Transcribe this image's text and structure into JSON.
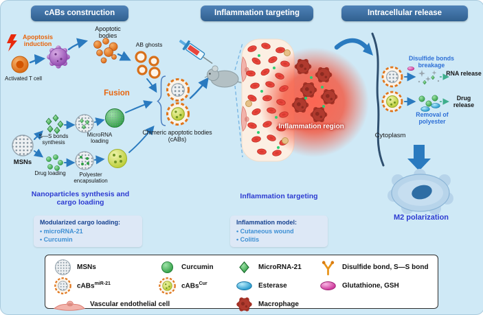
{
  "colors": {
    "banner_bg": "#39679f",
    "accent_orange": "#e8650d",
    "accent_blue": "#2d3bd1",
    "label_blue": "#2d6fd6",
    "box_bg": "#dde8f6",
    "box_title": "#16418f",
    "box_item": "#3d8fd4",
    "arrow_blue": "#2a7abf"
  },
  "banners": {
    "construction": "cABs construction",
    "targeting": "Inflammation targeting",
    "release": "Intracellular release"
  },
  "construction": {
    "apoptosis_induction": "Apoptosis induction",
    "activated_t_cell": "Activated T cell",
    "apoptotic_bodies": "Apoptotic bodies",
    "ab_ghosts": "AB ghosts",
    "fusion": "Fusion",
    "msns": "MSNs",
    "ss_bonds_synthesis": "S—S bonds synthesis",
    "microrna_loading": "MicroRNA loading",
    "drug_loading": "Drug loading",
    "polyester_encapsulation": "Polyester encapsulation",
    "chimeric_bodies": "Chimeric apoptotic bodies (cABs)",
    "section_title": "Nanoparticles synthesis and cargo loading",
    "cargo_box": {
      "title": "Modularized cargo loading:",
      "items": [
        "microRNA-21",
        "Curcumin"
      ]
    }
  },
  "targeting": {
    "inflammation_region": "Inflammation region",
    "section_title": "Inflammation targeting",
    "model_box": {
      "title": "Inflammation model:",
      "items": [
        "Cutaneous wound",
        "Colitis"
      ]
    }
  },
  "release": {
    "disulfide_breakage": "Disulfide bonds breakage",
    "rna_release": "RNA release",
    "removal_polyester": "Removal of polyester",
    "drug_release": "Drug release",
    "cytoplasm": "Cytoplasm",
    "m2_polarization": "M2 polarization"
  },
  "legend": {
    "msns": "MSNs",
    "curcumin": "Curcumin",
    "microrna": "MicroRNA-21",
    "disulfide": "Disulfide bond, S—S bond",
    "cabs_mir_base": "cABs",
    "cabs_mir_sup": "miR-21",
    "cabs_cur_base": "cABs",
    "cabs_cur_sup": "Cur",
    "esterase": "Esterase",
    "glutathione": "Glutathione, GSH",
    "endothelial": "Vascular endothelial cell",
    "macrophage": "Macrophage"
  }
}
